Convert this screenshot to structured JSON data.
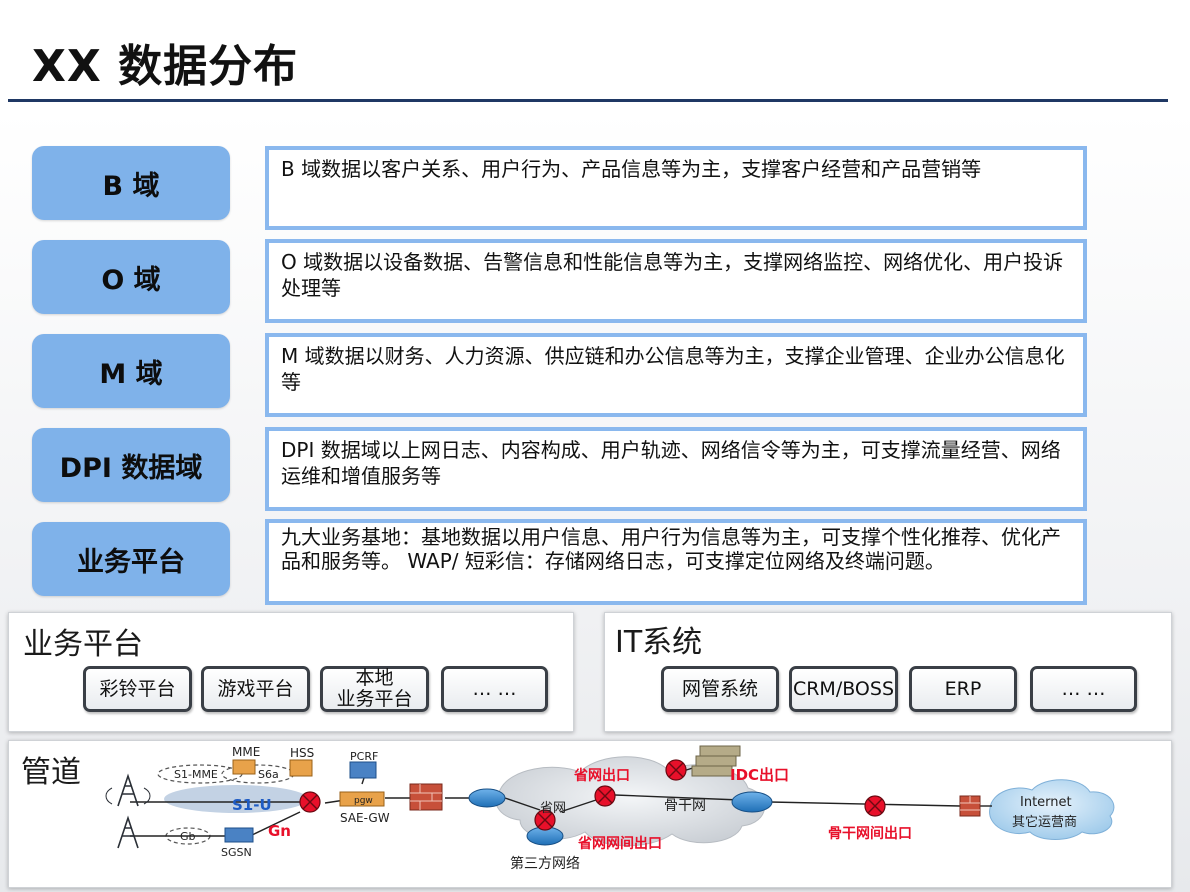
{
  "title": "XX 数据分布",
  "domains": [
    {
      "label": "B 域",
      "desc": "B 域数据以客户关系、用户行为、产品信息等为主，支撑客户经营和产品营销等"
    },
    {
      "label": "O 域",
      "desc": "O 域数据以设备数据、告警信息和性能信息等为主，支撑网络监控、网络优化、用户投诉处理等"
    },
    {
      "label": "M 域",
      "desc": "M 域数据以财务、人力资源、供应链和办公信息等为主，支撑企业管理、企业办公信息化等"
    },
    {
      "label": "DPI 数据域",
      "desc": "DPI 数据域以上网日志、内容构成、用户轨迹、网络信令等为主，可支撑流量经营、网络运维和增值服务等"
    },
    {
      "label": "业务平台",
      "desc": "九大业务基地：基地数据以用户信息、用户行为信息等为主，可支撑个性化推荐、优化产品和服务等。 WAP/ 短彩信：存储网络日志，可支撑定位网络及终端问题。"
    }
  ],
  "business_platform": {
    "title": "业务平台",
    "items": [
      "彩铃平台",
      "游戏平台",
      "本地\n业务平台",
      "… …"
    ]
  },
  "it_system": {
    "title": "IT系统",
    "items": [
      "网管系统",
      "CRM/BOSS",
      "ERP",
      "… …"
    ]
  },
  "pipeline": {
    "title": "管道",
    "nodes": {
      "mme": "MME",
      "hss": "HSS",
      "s1_mme": "S1-MME",
      "s6a": "S6a",
      "s1_u": "S1-U",
      "gb": "Gb",
      "sgsn": "SGSN",
      "gn": "Gn",
      "pcrf": "PCRF",
      "sae_gw": "SAE-GW",
      "pgw": "pgw",
      "province_net": "省网",
      "backbone": "骨干网",
      "third_party": "第三方网络",
      "internet": "Internet",
      "other_carriers": "其它运营商"
    },
    "exits": {
      "province_exit": "省网出口",
      "idc_exit": "IDC出口",
      "province_inter_exit": "省网网间出口",
      "backbone_inter_exit": "骨干网间出口"
    },
    "colors": {
      "exit_red": "#e8102a",
      "s1u_blue": "#1f5cc4",
      "gn_red": "#e8102a"
    }
  }
}
